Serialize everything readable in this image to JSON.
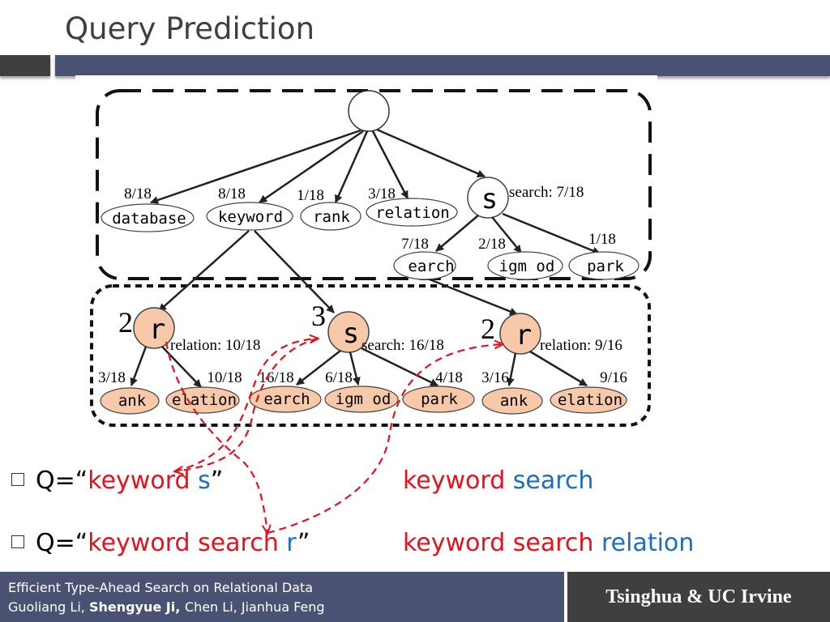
{
  "slide": {
    "title": "Query Prediction",
    "footer": {
      "line1": "Efficient Type-Ahead Search on Relational Data",
      "authors": [
        {
          "name": "Guoliang Li",
          "bold": false,
          "sep": ", "
        },
        {
          "name": "Shengyue Ji",
          "bold": true,
          "sep": ", "
        },
        {
          "name": "Chen Li",
          "bold": false,
          "sep": ", "
        },
        {
          "name": "Jianhua Feng",
          "bold": false,
          "sep": ""
        }
      ],
      "affiliation": "Tsinghua & UC Irvine"
    }
  },
  "tree": {
    "top_nodes": [
      {
        "label": "database",
        "prob": "8/18"
      },
      {
        "label": "keyword",
        "prob": "8/18"
      },
      {
        "label": "rank",
        "prob": "1/18"
      },
      {
        "label": "relation",
        "prob": "3/18"
      }
    ],
    "s_node": {
      "label": "s",
      "annotation": "search: 7/18"
    },
    "s_children": [
      {
        "label": "earch",
        "prob": "7/18"
      },
      {
        "label": "igm od",
        "prob": "2/18"
      },
      {
        "label": "park",
        "prob": "1/18"
      }
    ],
    "bottom_groups": [
      {
        "count": "2",
        "letter": "r",
        "annotation": "relation: 10/18",
        "children": [
          {
            "label": "ank",
            "prob": "3/18"
          },
          {
            "label": "elation",
            "prob": "10/18"
          }
        ]
      },
      {
        "count": "3",
        "letter": "s",
        "annotation": "search: 16/18",
        "children": [
          {
            "label": "earch",
            "prob": "16/18"
          },
          {
            "label": "igm od",
            "prob": "6/18"
          },
          {
            "label": "park",
            "prob": "4/18"
          }
        ]
      },
      {
        "count": "2",
        "letter": "r",
        "annotation": "relation: 9/16",
        "children": [
          {
            "label": "ank",
            "prob": "3/16"
          },
          {
            "label": "elation",
            "prob": "9/16"
          }
        ]
      }
    ]
  },
  "queries": [
    {
      "prefix": "Q=“",
      "typed": "keyword ",
      "partial": "s",
      "suffix": "”",
      "prediction_done": "keyword ",
      "prediction_new": "search"
    },
    {
      "prefix": "Q=“",
      "typed": "keyword search ",
      "partial": "r",
      "suffix": "”",
      "prediction_done": "keyword search ",
      "prediction_new": "relation"
    }
  ],
  "colors": {
    "accent_red": "#e8101a",
    "accent_blue": "#1a6fc2",
    "node_fill": "#f7c9a8",
    "bar": "#4a5273",
    "dark": "#3f3f3f"
  }
}
